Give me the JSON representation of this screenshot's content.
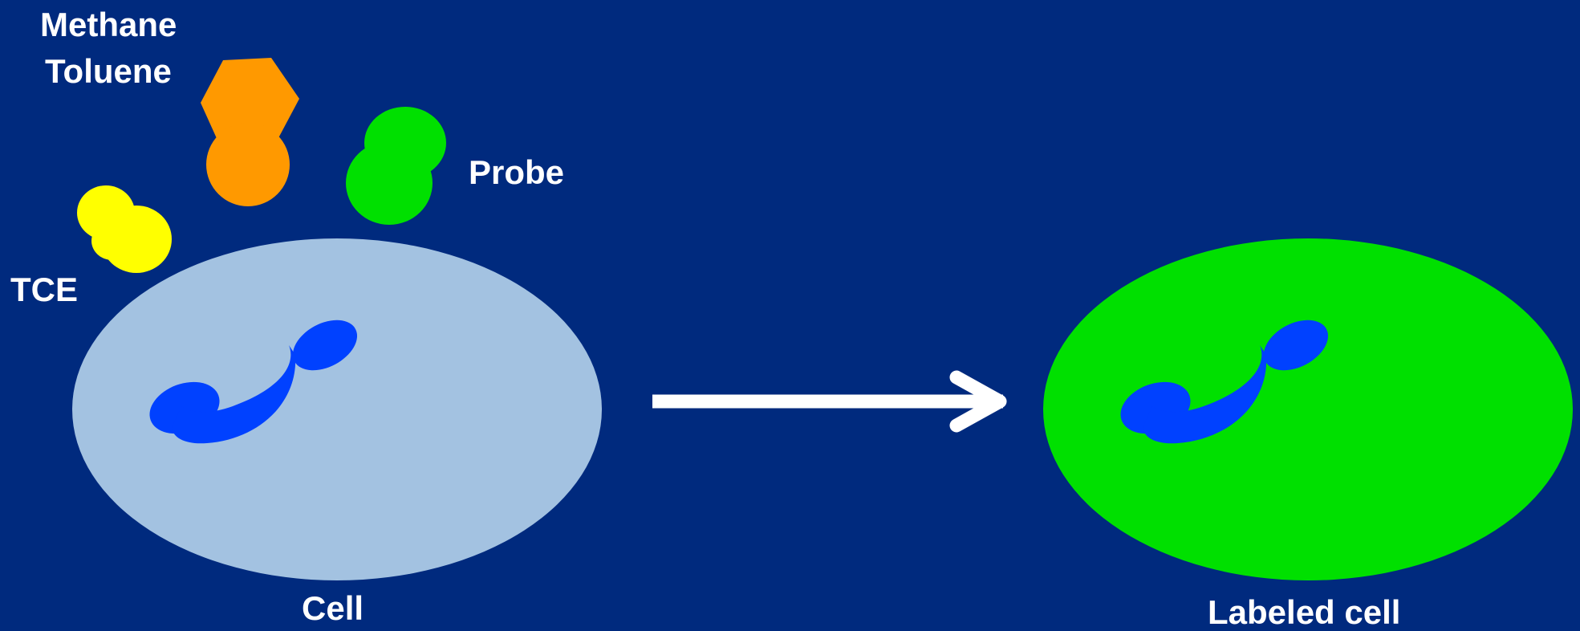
{
  "labels": {
    "methane": "Methane",
    "toluene": "Toluene",
    "probe": "Probe",
    "tce": "TCE",
    "cell": "Cell",
    "labeled_cell": "Labeled cell"
  },
  "colors": {
    "background": "#002a7e",
    "cell": "#a3c2e1",
    "labeled_cell": "#00e000",
    "enzyme": "#0041ff",
    "probe": "#00e000",
    "substrate_methane_toluene": "#ff9900",
    "substrate_tce": "#ffff00",
    "arrow": "#ffffff",
    "text": "#ffffff"
  }
}
